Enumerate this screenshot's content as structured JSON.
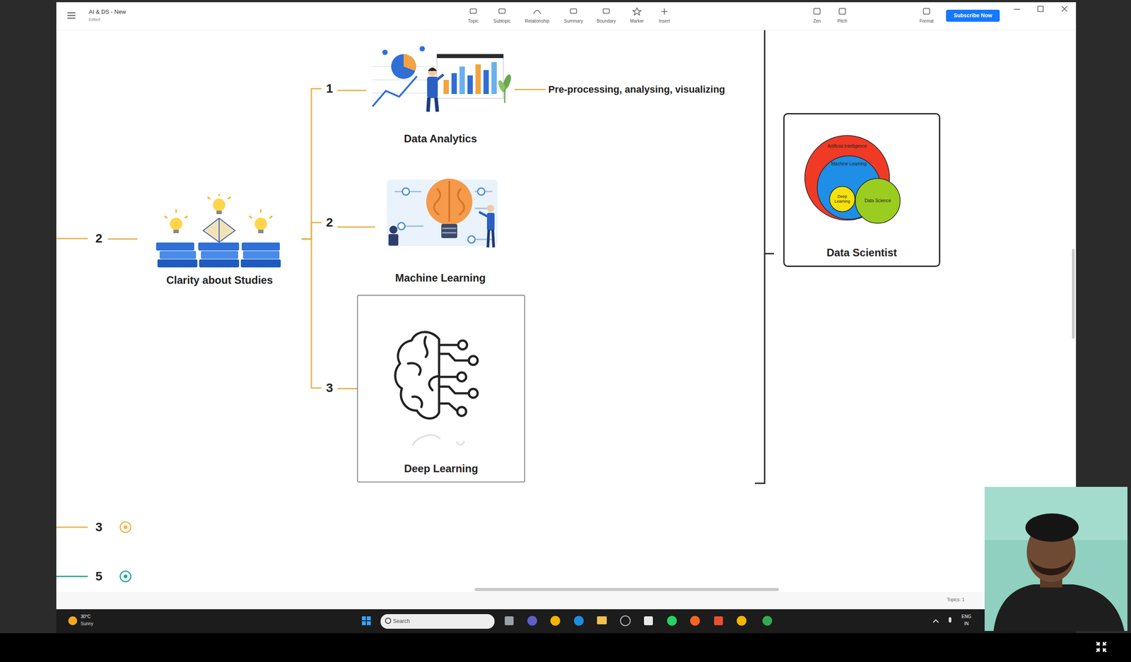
{
  "diagram": {
    "nodes": [
      {
        "text": [
          "Subscribe Now"
        ]
      },
      {
        "text": [
          "2"
        ]
      },
      {
        "text": [
          "Clarity about Studies"
        ]
      },
      {
        "text": [
          "1"
        ]
      },
      {
        "text": [
          "Data Analytics"
        ]
      },
      {
        "text": [
          "Pre-processing, analysing, visualizing"
        ]
      },
      {
        "text": [
          "2"
        ]
      },
      {
        "text": [
          "Machine Learning"
        ]
      },
      {
        "text": [
          "3"
        ]
      },
      {
        "text": [
          "Deep Learning"
        ]
      },
      {
        "text": [
          "Data Scientist"
        ]
      },
      {
        "text": [
          "Artificial Intelligence"
        ],
        "in": 10
      },
      {
        "text": [
          "Machine Learning"
        ],
        "in": 11
      },
      {
        "text": [
          "Deep Learning"
        ],
        "in": 12
      },
      {
        "text": [
          "Data Science"
        ],
        "in": 10
      },
      {
        "text": [
          "3"
        ]
      },
      {
        "text": [
          "5"
        ]
      }
    ],
    "edges": [
      {
        "from": 1,
        "to": 2,
        "arrow": "none"
      },
      {
        "from": 2,
        "to": 3,
        "arrow": "none"
      },
      {
        "from": 2,
        "to": 6,
        "arrow": "none"
      },
      {
        "from": 2,
        "to": 8,
        "arrow": "none"
      },
      {
        "from": 3,
        "to": 4,
        "arrow": "none"
      },
      {
        "from": 4,
        "to": 5,
        "arrow": "none"
      },
      {
        "from": 6,
        "to": 7,
        "arrow": "none"
      },
      {
        "from": 8,
        "to": 9,
        "arrow": "none"
      }
    ],
    "labels": [
      "AI & DS - New",
      "Edited",
      "Topic",
      "Subtopic",
      "Relationship",
      "Summary",
      "Boundary",
      "Marker",
      "Insert",
      "Zen",
      "Pitch",
      "Format",
      "Topics: 1",
      "30°C",
      "Sunny",
      "Search",
      "ENG",
      "IN"
    ]
  }
}
